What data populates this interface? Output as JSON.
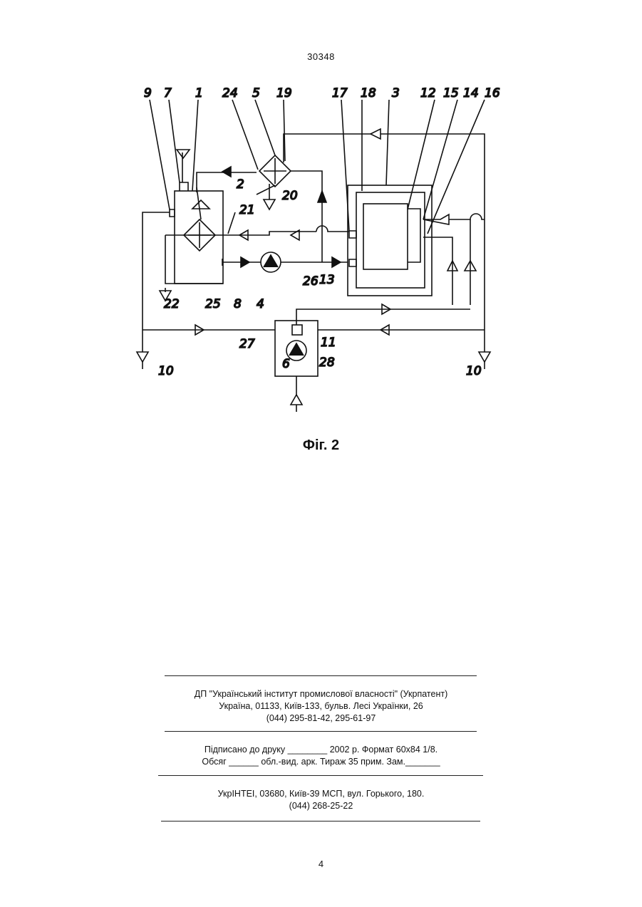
{
  "header": {
    "page_number": "30348"
  },
  "figure": {
    "caption": "Фіг. 2",
    "labels": {
      "l1": "1",
      "l2": "2",
      "l3": "3",
      "l4": "4",
      "l5": "5",
      "l6": "6",
      "l7": "7",
      "l8": "8",
      "l9": "9",
      "l10a": "10",
      "l10b": "10",
      "l11": "11",
      "l12": "12",
      "l13": "13",
      "l14": "14",
      "l15": "15",
      "l16": "16",
      "l17": "17",
      "l18": "18",
      "l19": "19",
      "l20": "20",
      "l21": "21",
      "l22": "22",
      "l24": "24",
      "l25": "25",
      "l26": "26",
      "l27": "27",
      "l28": "28"
    }
  },
  "imprint": {
    "publisher_line1": "ДП \"Український інститут промислової власності\" (Укрпатент)",
    "publisher_line2": "Україна, 01133, Київ-133, бульв. Лесі Українки, 26",
    "publisher_line3": "(044) 295-81-42, 295-61-97",
    "print_line1": "Підписано до друку ________ 2002 р.    Формат 60х84 1/8.",
    "print_line2": "Обсяг ______ обл.-вид. арк.   Тираж 35 прим.    Зам._______",
    "printer_line1": "УкрІНТЕІ, 03680, Київ-39 МСП, вул. Горького, 180.",
    "printer_line2": "(044) 268-25-22"
  },
  "footer": {
    "page_number": "4"
  }
}
